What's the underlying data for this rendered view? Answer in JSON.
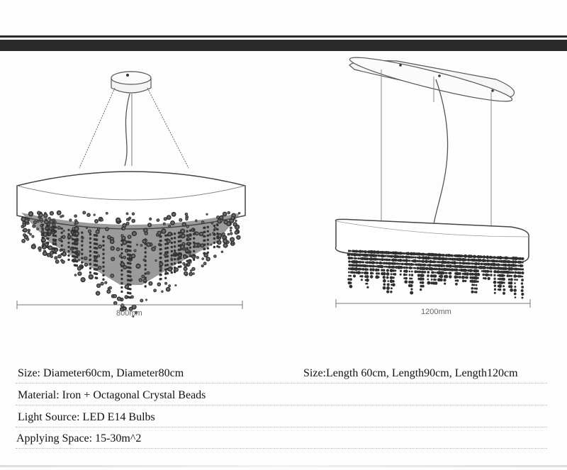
{
  "dimensions": {
    "round": "800mm",
    "oval": "1200mm"
  },
  "specs": {
    "size_left": "Size: Diameter60cm, Diameter80cm",
    "size_right": "Size:Length 60cm, Length90cm, Length120cm",
    "material": "Material: Iron + Octagonal Crystal Beads",
    "light_source": "Light Source: LED E14 Bulbs",
    "applying_space": "Applying Space: 15-30m^2"
  },
  "colors": {
    "header_bar": "#2b2b2b",
    "crystal": "#3a3a3a",
    "shade": "#ffffff"
  }
}
